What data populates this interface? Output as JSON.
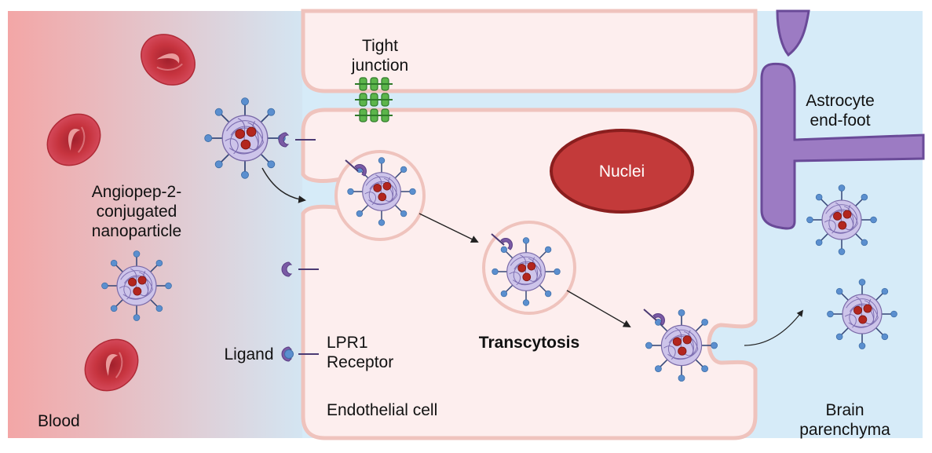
{
  "labels": {
    "tight_junction": [
      "Tight",
      "junction"
    ],
    "astrocyte": [
      "Astrocyte",
      "end-foot"
    ],
    "nuclei": "Nuclei",
    "nanoparticle": [
      "Angiopep-2-",
      "conjugated",
      "nanoparticle"
    ],
    "ligand": "Ligand",
    "receptor": [
      "LPR1",
      "Receptor"
    ],
    "transcytosis": "Transcytosis",
    "blood": "Blood",
    "endothelial": "Endothelial cell",
    "brain": [
      "Brain",
      "parenchyma"
    ]
  },
  "colors": {
    "blood_gradient_start": "#f3a6a6",
    "blood_gradient_end": "#d3e6f3",
    "interstitial": "#d6ebf8",
    "cell_fill": "#fdeeee",
    "cell_border": "#efc3bd",
    "nucleus_fill": "#c33a3a",
    "nucleus_border": "#8a1e1e",
    "rbc": "#c7343f",
    "astrocyte": "#9c7bc3",
    "astrocyte_border": "#6a4a98",
    "junction": "#5cb54b",
    "particle_core": "#c9c0e6",
    "particle_spike": "#6a81b8",
    "particle_tip": "#5b8fcf",
    "drug": "#b3261e",
    "receptor": "#7a5aa5"
  }
}
